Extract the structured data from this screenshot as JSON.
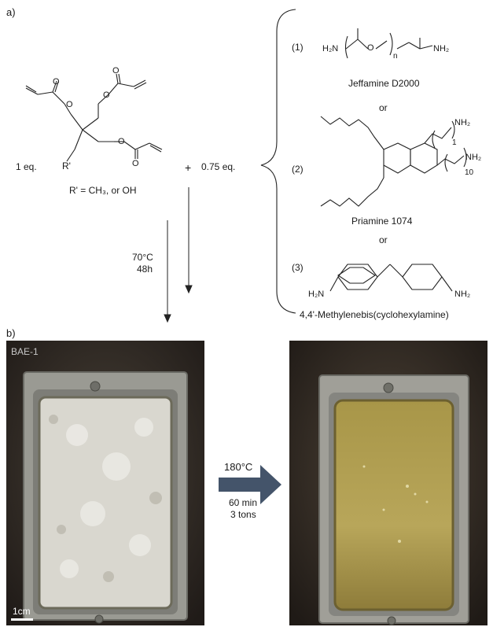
{
  "panel_a": {
    "label": "a)",
    "crosslinker": {
      "eq": "1 eq.",
      "r_group": "R'",
      "r_definition": "R' = CH₃, or OH"
    },
    "plus": "+",
    "amine_eq": "0.75 eq.",
    "conditions": {
      "temperature": "70°C",
      "time": "48h"
    },
    "amines": [
      {
        "number": "(1)",
        "name": "Jeffamine D2000",
        "labels": {
          "h2n": "H₂N",
          "o": "O",
          "n": "n",
          "nh2": "NH₂"
        }
      },
      {
        "number": "(2)",
        "name": "Priamine 1074",
        "labels": {
          "nh2_top": "NH₂",
          "sub_top": "1",
          "nh2_bottom": "NH₂",
          "sub_bottom": "10"
        }
      },
      {
        "number": "(3)",
        "name": "4,4'-Methylenebis(cyclohexylamine)",
        "labels": {
          "h2n": "H₂N",
          "nh2": "NH₂"
        }
      }
    ],
    "or_label": "or",
    "ester_o": "O"
  },
  "panel_b": {
    "label": "b)",
    "sample_label": "BAE-1",
    "scale_bar": "1cm",
    "process": {
      "temperature": "180°C",
      "time": "60 min",
      "pressure": "3 tons"
    },
    "colors": {
      "arrow": "#44546a",
      "before_fill": "#d9d7cf",
      "after_fill": "#a08c45",
      "frame": "#8c8c86",
      "background": "#2a2521"
    }
  }
}
